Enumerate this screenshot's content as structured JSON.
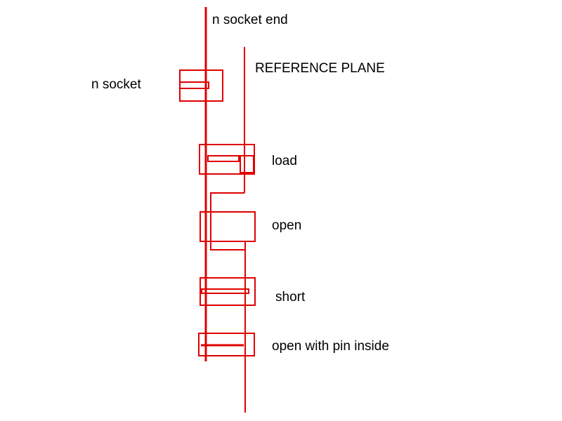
{
  "colors": {
    "stroke": "#e00000",
    "text": "#000000",
    "background": "#ffffff"
  },
  "labels": {
    "n_socket_end": "n socket end",
    "reference_plane": "REFERENCE PLANE",
    "n_socket": "n socket",
    "load": "load",
    "open": "open",
    "short": "short",
    "open_with_pin_inside": "open with pin inside"
  }
}
